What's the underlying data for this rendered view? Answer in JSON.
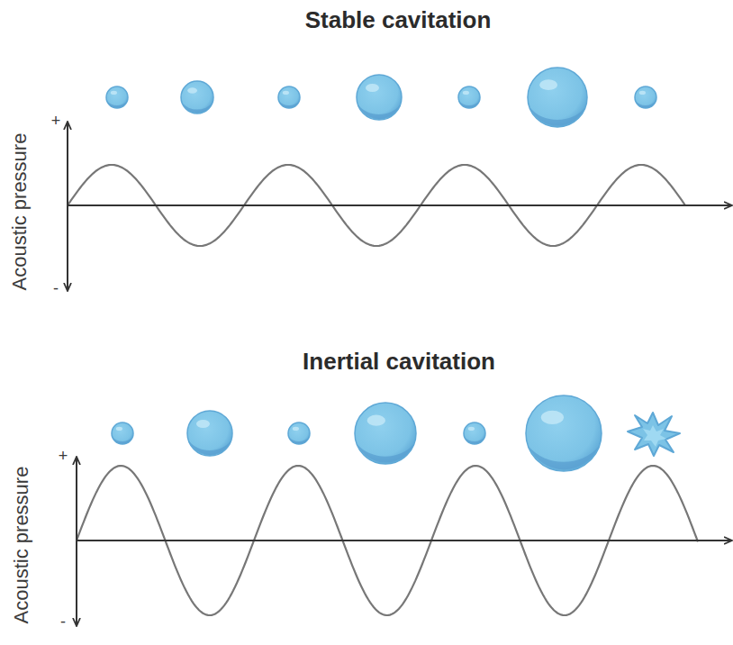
{
  "diagram": {
    "labels": [
      "Stable cavitation",
      "Acoustic pressure",
      "+",
      "-",
      "Inertial cavitation",
      "Acoustic pressure",
      "+",
      "-"
    ]
  }
}
